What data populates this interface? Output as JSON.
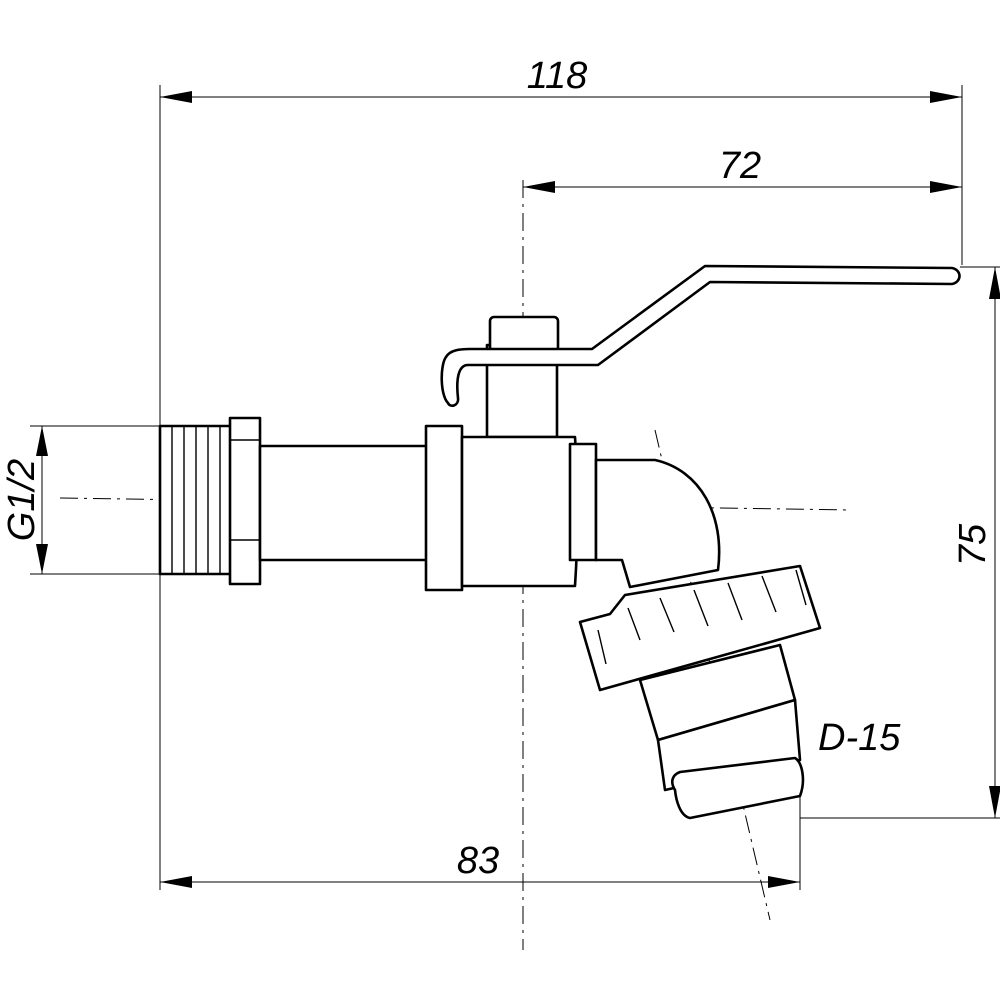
{
  "dimensions": {
    "overall_length": "118",
    "lever_reach": "72",
    "height": "75",
    "outlet_offset": "83",
    "thread_size": "G1/2",
    "hose_diameter": "D-15"
  }
}
